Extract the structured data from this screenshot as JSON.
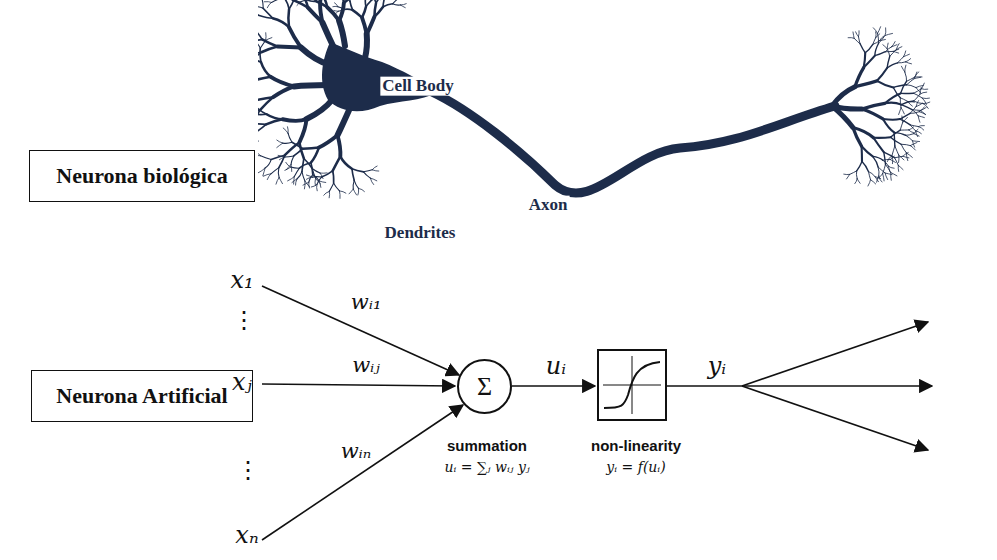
{
  "diagram": {
    "nodes": [
      {
        "text": [
          "Neurona biológica"
        ]
      },
      {
        "text": [
          "Neurona Artificial"
        ]
      },
      {
        "text": [
          "Σ"
        ]
      }
    ],
    "labels": [
      "Cell Body",
      "Axon",
      "Dendrites",
      "x₁",
      "⋮",
      "xⱼ",
      "⋮",
      "xₙ",
      "wᵢ₁",
      "wᵢⱼ",
      "wᵢₙ",
      "uᵢ",
      "yᵢ",
      "summation",
      "uᵢ = ∑ⱼ wᵢⱼ yⱼ",
      "non-linearity",
      "yᵢ = f(uᵢ)"
    ]
  }
}
